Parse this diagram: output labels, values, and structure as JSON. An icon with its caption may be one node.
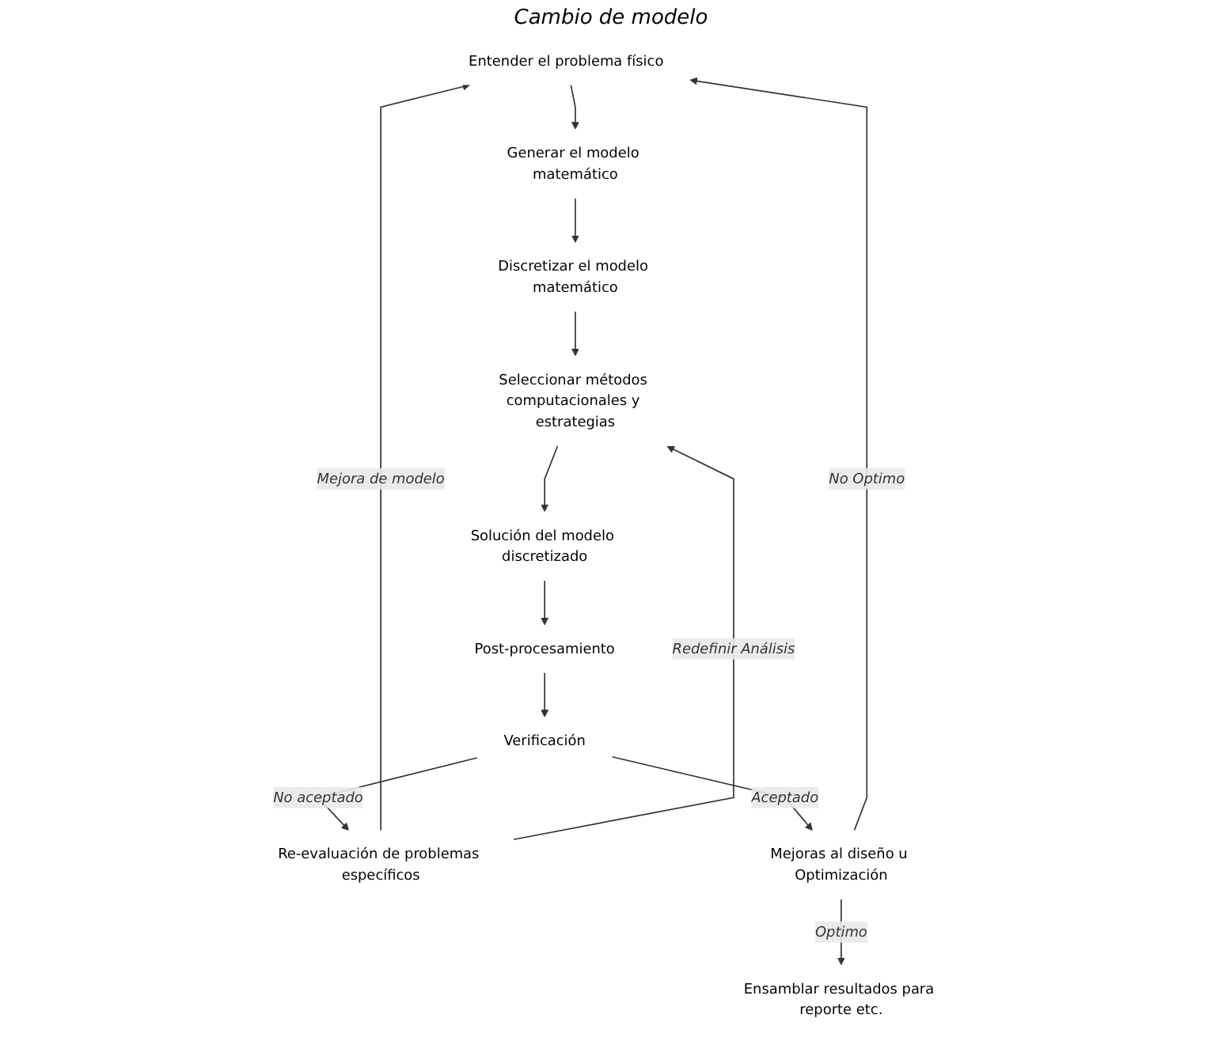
{
  "diagram": {
    "nodes": [
      {
        "text": [
          "Entender el problema físico"
        ]
      },
      {
        "text": [
          "Generar el modelo matemático"
        ]
      },
      {
        "text": [
          "Discretizar el modelo matemático"
        ]
      },
      {
        "text": [
          "Seleccionar métodos computacionales y estrategias"
        ]
      },
      {
        "text": [
          "Solución del modelo discretizado"
        ]
      },
      {
        "text": [
          "Post-procesamiento"
        ]
      },
      {
        "text": [
          "Verificación"
        ]
      },
      {
        "text": [
          "Re-evaluación de problemas específicos"
        ]
      },
      {
        "text": [
          "Mejoras al diseño u Optimización"
        ]
      },
      {
        "text": [
          "Ensamblar resultados para reporte etc."
        ]
      }
    ],
    "edges": [
      {
        "from": 0,
        "to": 1,
        "arrow": "to"
      },
      {
        "from": 1,
        "to": 2,
        "arrow": "to"
      },
      {
        "from": 2,
        "to": 3,
        "arrow": "to"
      },
      {
        "from": 3,
        "to": 4,
        "arrow": "to"
      },
      {
        "from": 4,
        "to": 5,
        "arrow": "to"
      },
      {
        "from": 5,
        "to": 6,
        "arrow": "to"
      },
      {
        "from": 6,
        "to": 7,
        "label": "No aceptado",
        "arrow": "to"
      },
      {
        "from": 6,
        "to": 8,
        "label": "Aceptado",
        "arrow": "to"
      },
      {
        "from": 8,
        "to": 9,
        "label": "Optimo",
        "arrow": "to"
      },
      {
        "from": 8,
        "to": 0,
        "label": "No Optimo",
        "arrow": "to"
      },
      {
        "from": 7,
        "to": 0,
        "label": "Mejora de modelo",
        "arrow": "to"
      },
      {
        "from": 7,
        "to": 3,
        "label": "Redefinir Análisis",
        "arrow": "to"
      }
    ],
    "labels": [
      "Cambio de modelo"
    ]
  }
}
